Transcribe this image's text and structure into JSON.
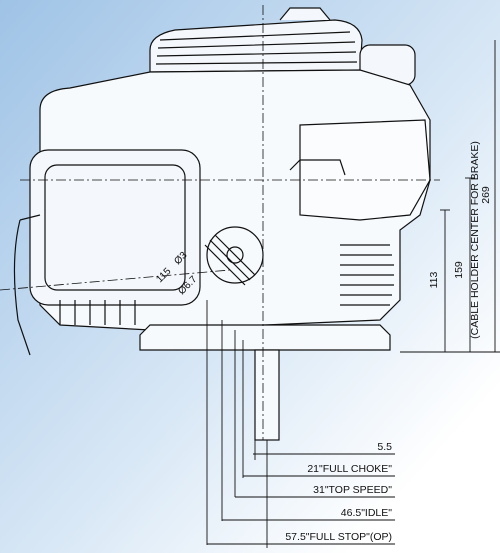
{
  "colors": {
    "gradient_start": "#9fc3e6",
    "gradient_end": "#ffffff",
    "line": "#111111"
  },
  "dimensions": {
    "bottom": [
      {
        "value": "5.5"
      },
      {
        "value": "21\"FULL CHOKE\""
      },
      {
        "value": "31\"TOP SPEED\""
      },
      {
        "value": "46.5\"IDLE\""
      },
      {
        "value": "57.5\"FULL STOP\"(OP)"
      }
    ],
    "right": {
      "d113": "113",
      "d159": "159",
      "d269": "269",
      "cable_holder": "(CABLE HOLDER CENTER FOR BRAKE)"
    },
    "diameters": {
      "d115": "115",
      "phi3": "Ø3",
      "phi67": "Ø6.7"
    }
  }
}
